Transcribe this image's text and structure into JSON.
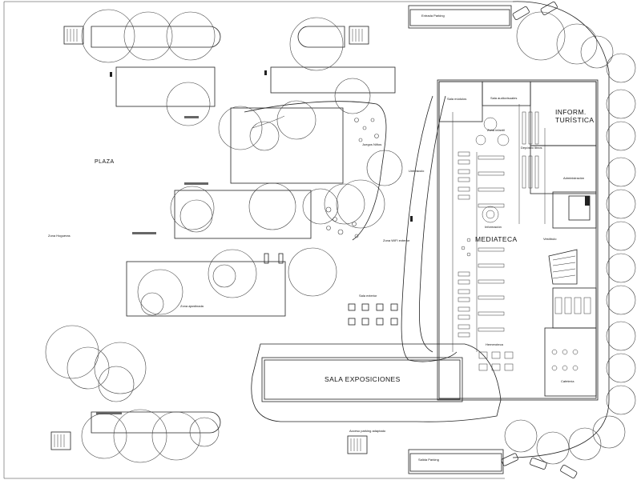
{
  "labels": {
    "entrada_parking": "Entrada Parking",
    "salida_parking": "Salida Parking",
    "acceso_parking": "Acceso parking adaptado",
    "plaza": "PLAZA",
    "zona_hogueras": "Zona Hogueras",
    "zona_ajardinada": "Zona ajardinada",
    "juegos_ninos": "Juegos Niños",
    "umbraculo": "Umbráculo",
    "zona_wifi": "Zona WIFI exterior",
    "sala_exterior": "Sala exterior",
    "sala_exposiciones": "SALA EXPOSICIONES",
    "mediateca": "MEDIATECA",
    "inform_line1": "INFORM.",
    "inform_line2": "TURÍSTICA",
    "sala_audiovisuales": "Sala audiovisuales",
    "sala_modulos": "Sala módulos",
    "zona_infantil": "Zona infantil",
    "deposito_libros": "Depósito libros",
    "administracion": "Administración",
    "informacion": "Información",
    "vestibulo": "Vestíbulo",
    "hemeroteca": "Hemeroteca",
    "cafeteria": "Cafetería"
  }
}
